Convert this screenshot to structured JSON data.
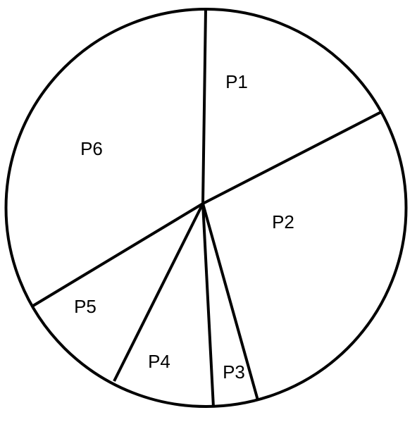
{
  "diagram": {
    "type": "pie-divided-circle",
    "sectors": [
      {
        "label": "P1"
      },
      {
        "label": "P2"
      },
      {
        "label": "P3"
      },
      {
        "label": "P4"
      },
      {
        "label": "P5"
      },
      {
        "label": "P6"
      }
    ],
    "colors": {
      "line": "#000000",
      "fill": "#ffffff",
      "text": "#000000"
    }
  }
}
